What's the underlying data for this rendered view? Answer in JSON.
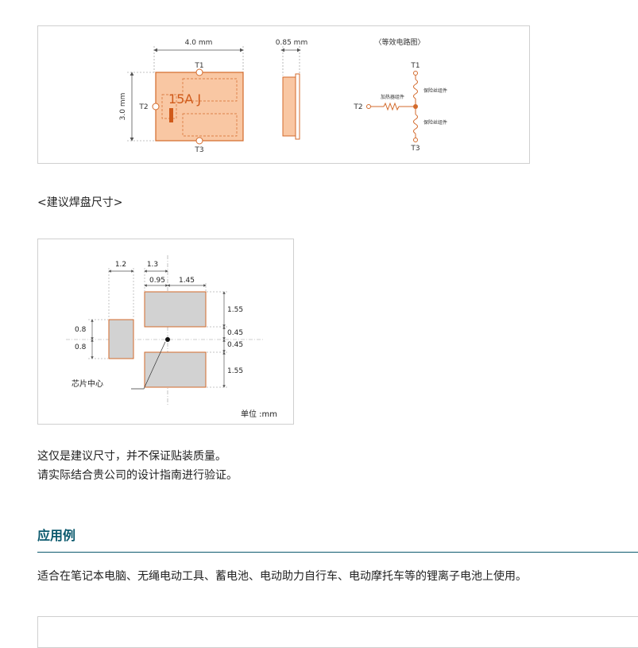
{
  "package_figure": {
    "width_label": "4.0 mm",
    "height_label": "3.0 mm",
    "thickness_label": "0.85 mm",
    "marking": "15A J",
    "t1": "T1",
    "t2": "T2",
    "t3": "T3",
    "circuit_title": "〈等效电路图〉",
    "heater_label": "加热器组件",
    "fuse_label_upper": "保险丝组件",
    "fuse_label_lower": "保险丝组件",
    "colors": {
      "package_fill": "#f9c7a3",
      "package_stroke": "#d36a2b",
      "accent": "#d05a1a"
    }
  },
  "pad_section_title": "<建议焊盘尺寸>",
  "pad_figure": {
    "dim_1_2": "1.2",
    "dim_1_3": "1.3",
    "dim_0_95": "0.95",
    "dim_1_45": "1.45",
    "dim_1_55_top": "1.55",
    "dim_0_45_top": "0.45",
    "dim_0_45_bottom": "0.45",
    "dim_1_55_bottom": "1.55",
    "dim_0_8_top": "0.8",
    "dim_0_8_bottom": "0.8",
    "chip_center_label": "芯片中心",
    "unit_label": "单位 :mm",
    "colors": {
      "pad_fill": "#d2d2d2",
      "pad_stroke": "#d36a2b"
    }
  },
  "note_line_1": "这仅是建议尺寸，并不保证贴装质量。",
  "note_line_2": "请实际结合贵公司的设计指南进行验证。",
  "application_heading": "应用例",
  "application_text": "适合在笔记本电脑、无绳电动工具、蓄电池、电动助力自行车、电动摩托车等的锂离子电池上使用。",
  "colors": {
    "heading": "#0c5a6e"
  }
}
